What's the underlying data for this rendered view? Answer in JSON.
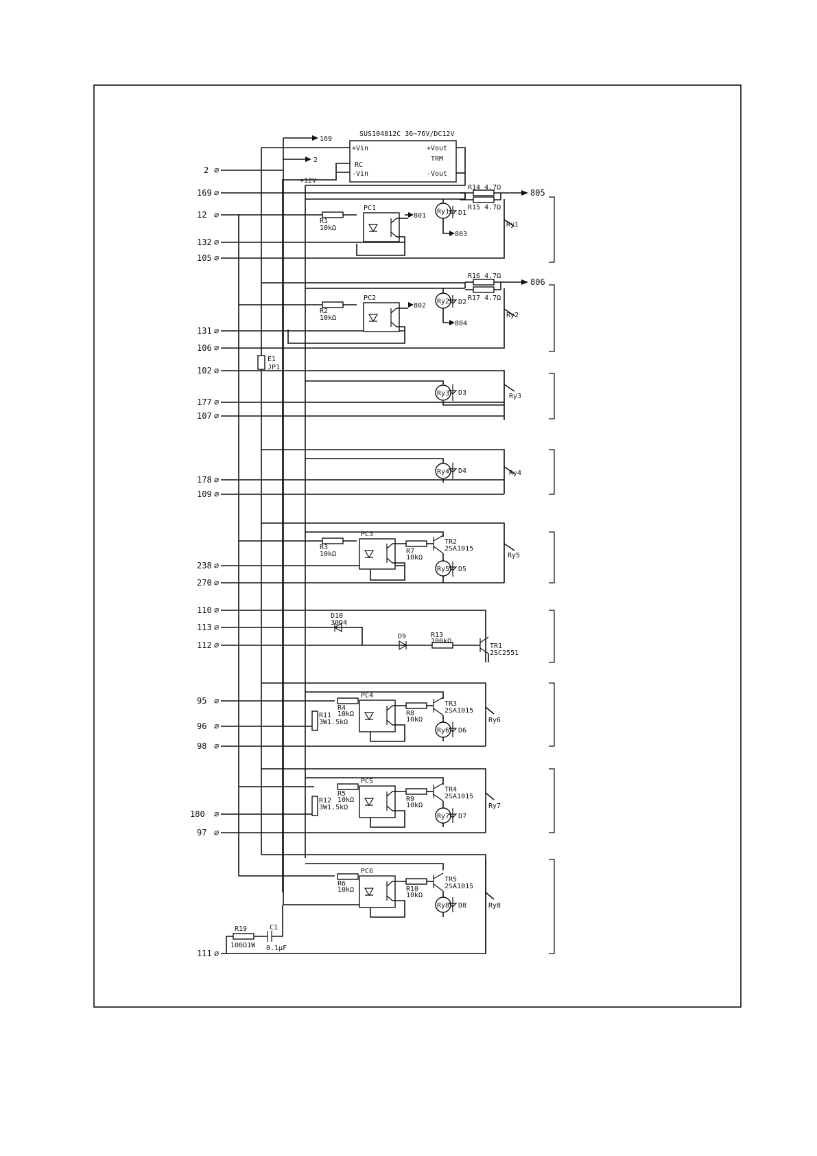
{
  "converter": {
    "title": "SUS104812C 36~76V/DC12V",
    "pins_left": [
      "+Vin",
      "RC",
      "-Vin"
    ],
    "pins_right": [
      "+Vout",
      "TRM",
      "-Vout"
    ],
    "out_169": "169",
    "out_2": "2",
    "v12": "+12V"
  },
  "terminals": [
    {
      "id": "2"
    },
    {
      "id": "169"
    },
    {
      "id": "12"
    },
    {
      "id": "132"
    },
    {
      "id": "105"
    },
    {
      "id": "131"
    },
    {
      "id": "106"
    },
    {
      "id": "102"
    },
    {
      "id": "177"
    },
    {
      "id": "107"
    },
    {
      "id": "178"
    },
    {
      "id": "109"
    },
    {
      "id": "238"
    },
    {
      "id": "270"
    },
    {
      "id": "110"
    },
    {
      "id": "113"
    },
    {
      "id": "112"
    },
    {
      "id": "95"
    },
    {
      "id": "96"
    },
    {
      "id": "98"
    },
    {
      "id": "180"
    },
    {
      "id": "97"
    },
    {
      "id": "111"
    }
  ],
  "labels": {
    "r14": "R14 4.7Ω",
    "r15": "R15 4.7Ω",
    "r16": "R16 4.7Ω",
    "r17": "R17 4.7Ω",
    "out805": "805",
    "out806": "806",
    "pc1": "PC1",
    "pc2": "PC2",
    "pc3": "PC3",
    "pc4": "PC4",
    "pc5": "PC5",
    "pc6": "PC6",
    "r1": "R1",
    "r1v": "10kΩ",
    "r2": "R2",
    "r2v": "10kΩ",
    "r3": "R3",
    "r3v": "10kΩ",
    "r4": "R4",
    "r4v": "10kΩ",
    "r5": "R5",
    "r5v": "10kΩ",
    "r6": "R6",
    "r6v": "10kΩ",
    "r7": "R7",
    "r7v": "10kΩ",
    "r8": "R8",
    "r8v": "10kΩ",
    "r9": "R9",
    "r9v": "10kΩ",
    "r10": "R10",
    "r10v": "10kΩ",
    "r11": "R11",
    "r11v": "3W1.5kΩ",
    "r12": "R12",
    "r12v": "3W1.5kΩ",
    "r13": "R13",
    "r13v": "100kΩ",
    "r19": "R19",
    "r19v": "100Ω1W",
    "c1": "C1",
    "c1v": "0.1μF",
    "d1": "D1",
    "d2": "D2",
    "d3": "D3",
    "d4": "D4",
    "d5": "D5",
    "d6": "D6",
    "d7": "D7",
    "d8": "D8",
    "d9": "D9",
    "d10": "D10",
    "d10v": "30D4",
    "ry1": "Ry1",
    "ry2": "Ry2",
    "ry3": "Ry3",
    "ry4": "Ry4",
    "ry5": "Ry5",
    "ry6": "Ry6",
    "ry7": "Ry7",
    "ry8": "Ry8",
    "tr1": "TR1",
    "tr1v": "2SC2551",
    "tr2": "TR2",
    "tr3": "TR3",
    "tr4": "TR4",
    "tr5": "TR5",
    "tr_pnp": "2SA1015",
    "o801": "801",
    "o802": "802",
    "o803": "803",
    "o804": "804",
    "jp1a": "E1",
    "jp1b": "JP1"
  }
}
